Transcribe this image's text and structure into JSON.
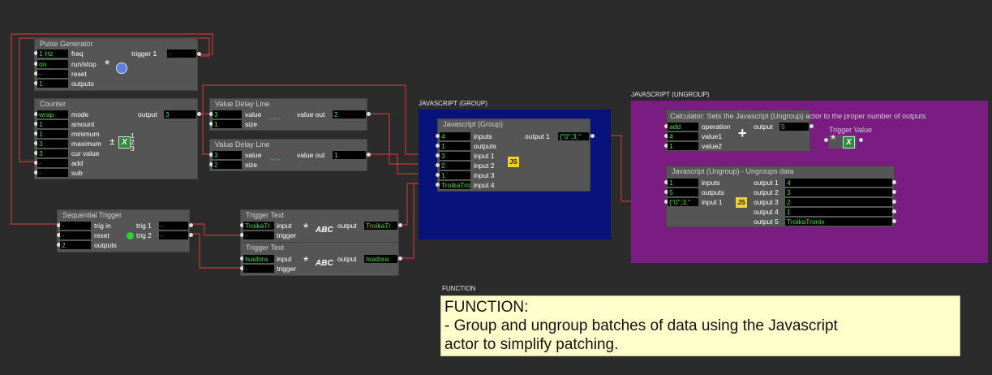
{
  "colors": {
    "background": "#2b2b2b",
    "actor": "#555555",
    "value_text": "#3ddc3d",
    "wire": "#c0393b",
    "group_js": "#07137a",
    "group_ungroup": "#7b1c82",
    "note_bg": "#ffffcc"
  },
  "pulse": {
    "title": "Pulse Generator",
    "inputs": [
      {
        "value": "1 Hz",
        "label": "freq"
      },
      {
        "value": "on",
        "label": "run/stop"
      },
      {
        "value": "-",
        "label": "reset"
      },
      {
        "value": "1",
        "label": "outputs"
      }
    ],
    "output_label": "trigger 1",
    "output_value": "-"
  },
  "counter": {
    "title": "Counter",
    "inputs": [
      {
        "value": "wrap",
        "label": "mode"
      },
      {
        "value": "1",
        "label": "amount"
      },
      {
        "value": "1",
        "label": "minimum"
      },
      {
        "value": "3",
        "label": "maximum"
      },
      {
        "value": "3",
        "label": "cur value"
      },
      {
        "value": "-",
        "label": "add"
      },
      {
        "value": "-",
        "label": "sub"
      }
    ],
    "output_label": "output",
    "output_value": "3",
    "icon_nums": [
      "1",
      "2",
      "3"
    ]
  },
  "vdl1": {
    "title": "Value Delay Line",
    "inputs": [
      {
        "value": "3",
        "label": "value"
      },
      {
        "value": "1",
        "label": "size"
      }
    ],
    "output_label": "value out",
    "output_value": "2"
  },
  "vdl2": {
    "title": "Value Delay Line",
    "inputs": [
      {
        "value": "3",
        "label": "value"
      },
      {
        "value": "2",
        "label": "size"
      }
    ],
    "output_label": "value out",
    "output_value": "1"
  },
  "seq": {
    "title": "Sequential Trigger",
    "inputs": [
      {
        "value": "-",
        "label": "trig in"
      },
      {
        "value": "-",
        "label": "reset"
      },
      {
        "value": "2",
        "label": "outputs"
      }
    ],
    "outputs": [
      {
        "label": "trig 1",
        "value": "-"
      },
      {
        "label": "trig 2",
        "value": "-"
      }
    ]
  },
  "tt1": {
    "title": "Trigger Text",
    "inputs": [
      {
        "value": "TroikaTr",
        "label": "input"
      },
      {
        "value": "-",
        "label": "trigger"
      }
    ],
    "output_label": "output",
    "output_value": "TroikaTr"
  },
  "tt2": {
    "title": "Trigger Text",
    "inputs": [
      {
        "value": "Isadora",
        "label": "input"
      },
      {
        "value": "-",
        "label": "trigger"
      }
    ],
    "output_label": "output",
    "output_value": "Isadora"
  },
  "group_js": {
    "header": "JAVASCRIPT (GROUP)",
    "actor_title": "Javascript (Group)",
    "inputs": [
      {
        "value": "4",
        "label": "inputs"
      },
      {
        "value": "1",
        "label": "outputs"
      },
      {
        "value": "3",
        "label": "input 1"
      },
      {
        "value": "2",
        "label": "input 2"
      },
      {
        "value": "1",
        "label": "input 3"
      },
      {
        "value": "TroikaTro",
        "label": "input 4"
      }
    ],
    "output_label": "output 1",
    "output_value": "{\"0\":3,\"",
    "badge": "JS"
  },
  "group_ungroup": {
    "header": "JAVASCRIPT (UNGROUP)",
    "calc": {
      "title": "Calculator: Sets the Javascript (Ungroup) actor to the proper number of outputs",
      "inputs": [
        {
          "value": "add",
          "label": "operation"
        },
        {
          "value": "4",
          "label": "value1"
        },
        {
          "value": "1",
          "label": "value2"
        }
      ],
      "output_label": "output",
      "output_value": "5"
    },
    "trigger_value": {
      "title": "Trigger Value"
    },
    "ungroup": {
      "title": "Javascript (Ungroup) - Ungroups data",
      "inputs": [
        {
          "value": "1",
          "label": "inputs"
        },
        {
          "value": "5",
          "label": "outputs"
        },
        {
          "value": "{\"0\":3,\"",
          "label": "input 1"
        }
      ],
      "outputs": [
        {
          "label": "output 1",
          "value": "4"
        },
        {
          "label": "output 2",
          "value": "3"
        },
        {
          "label": "output 3",
          "value": "2"
        },
        {
          "label": "output 4",
          "value": "1"
        },
        {
          "label": "output 5",
          "value": "TroikaTronix"
        }
      ],
      "badge": "JS"
    }
  },
  "function_note": {
    "header": "FUNCTION",
    "lines": [
      "FUNCTION:",
      "- Group and ungroup batches of data using the Javascript",
      "actor to simplify patching."
    ]
  },
  "icons": {
    "trigger_star": "*",
    "abc": "ABC",
    "x": "X",
    "plus": "+",
    "pm": "±",
    "clock": "clock-icon",
    "chain": "◦-◦-◦"
  }
}
